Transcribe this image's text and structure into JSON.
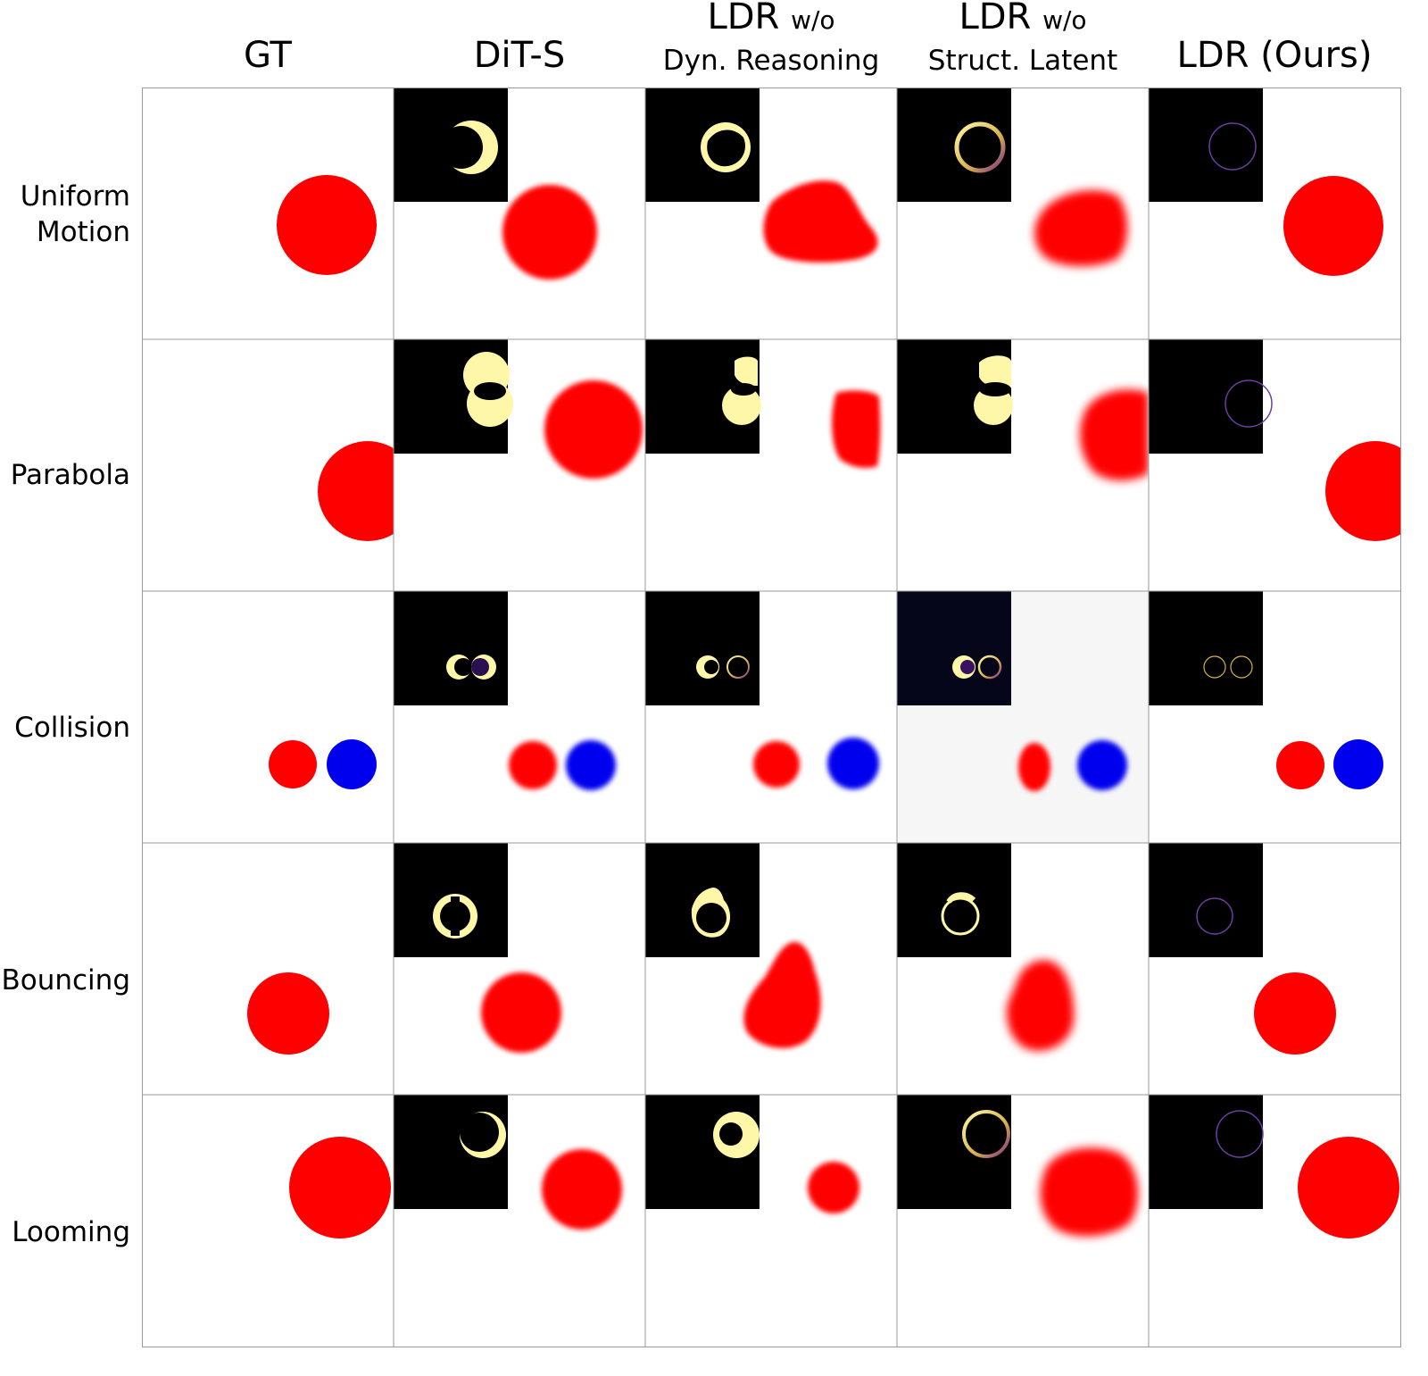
{
  "columns": [
    {
      "main": "GT",
      "small": "",
      "sub": ""
    },
    {
      "main": "DiT-S",
      "small": "",
      "sub": ""
    },
    {
      "main": "LDR ",
      "small": "w/o",
      "sub": "Dyn. Reasoning"
    },
    {
      "main": "LDR ",
      "small": "w/o",
      "sub": "Struct. Latent"
    },
    {
      "main": "LDR (Ours)",
      "small": "",
      "sub": ""
    }
  ],
  "rows": [
    {
      "line1": "Uniform",
      "line2": "Motion"
    },
    {
      "line1": "Parabola",
      "line2": ""
    },
    {
      "line1": "Collision",
      "line2": ""
    },
    {
      "line1": "Bouncing",
      "line2": ""
    },
    {
      "line1": "Looming",
      "line2": ""
    }
  ],
  "colors": {
    "object_red": "#ff0000",
    "object_blue": "#0000ee",
    "error_map_bg": "#000000",
    "error_highlight": "#fff7a8",
    "error_edge": "#d8b04c",
    "grid_line": "#9a9a9a"
  }
}
